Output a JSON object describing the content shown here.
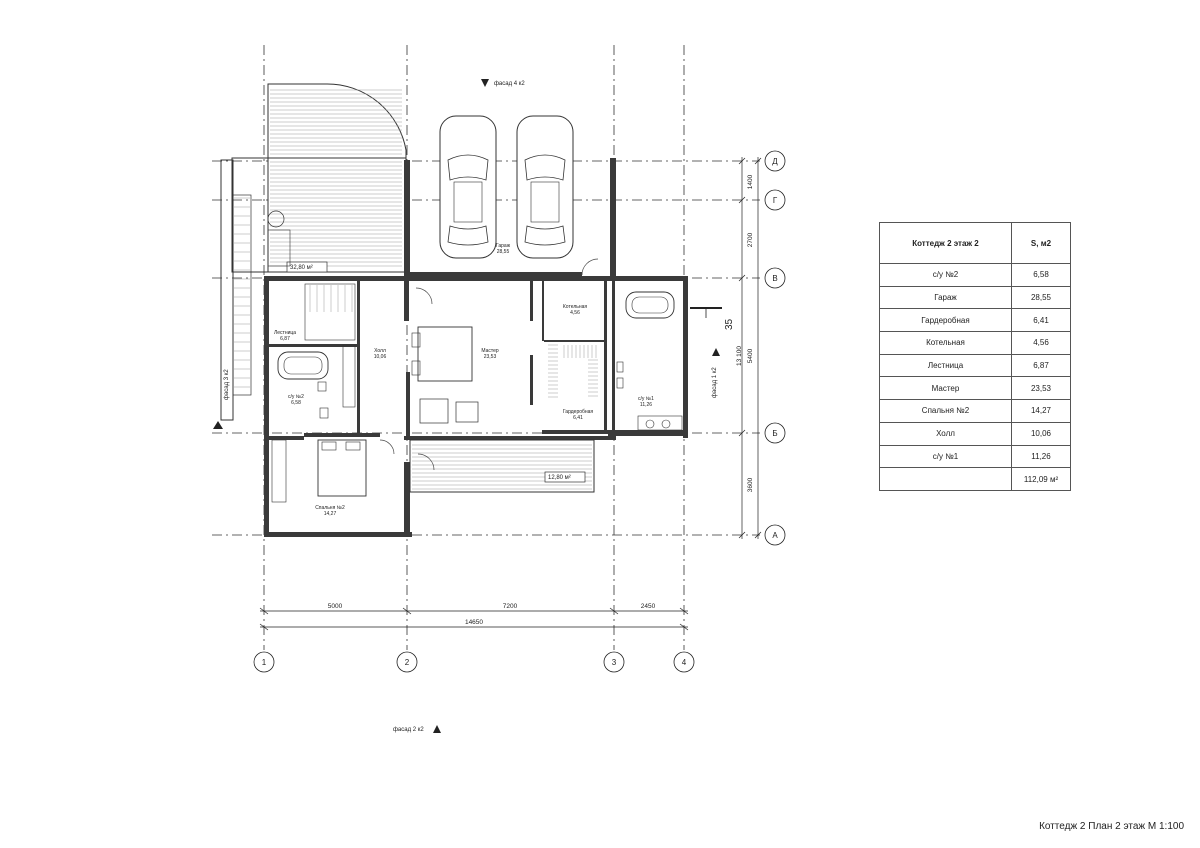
{
  "axes": {
    "vertical": [
      "1",
      "2",
      "3",
      "4"
    ],
    "horizontal": [
      "Д",
      "Г",
      "В",
      "Б",
      "А"
    ]
  },
  "dimensions": {
    "bottom": [
      "5000",
      "7200",
      "2450"
    ],
    "total": "14650",
    "right": [
      "1400",
      "2700",
      "5400",
      "3600"
    ],
    "right_total": "13 100"
  },
  "facades": {
    "top": "фасад 4 к2",
    "bottom": "фасад 2 к2",
    "left": "фасад 3 к2",
    "right": "фасад 1 к2"
  },
  "section_mark": "35",
  "terraces": {
    "upper": "32,80 м²",
    "lower": "12,80 м²"
  },
  "rooms": {
    "garage": {
      "name": "Гараж",
      "area": "28,55"
    },
    "stairs": {
      "name": "Лестница",
      "area": "6,87"
    },
    "hall": {
      "name": "Холл",
      "area": "10,06"
    },
    "master": {
      "name": "Мастер",
      "area": "23,53"
    },
    "boiler": {
      "name": "Котельная",
      "area": "4,56"
    },
    "wardrobe": {
      "name": "Гардеробная",
      "area": "6,41"
    },
    "wc2": {
      "name": "с/у №2",
      "area": "6,58"
    },
    "wc1": {
      "name": "с/у №1",
      "area": "11,26"
    },
    "bedroom2": {
      "name": "Спальня №2",
      "area": "14,27"
    }
  },
  "table": {
    "title": "Коттедж 2 этаж 2",
    "col2": "S, м2",
    "rows": [
      {
        "name": "с/у №2",
        "area": "6,58"
      },
      {
        "name": "Гараж",
        "area": "28,55"
      },
      {
        "name": "Гардеробная",
        "area": "6,41"
      },
      {
        "name": "Котельная",
        "area": "4,56"
      },
      {
        "name": "Лестница",
        "area": "6,87"
      },
      {
        "name": "Мастер",
        "area": "23,53"
      },
      {
        "name": "Спальня №2",
        "area": "14,27"
      },
      {
        "name": "Холл",
        "area": "10,06"
      },
      {
        "name": "с/у №1",
        "area": "11,26"
      }
    ],
    "total": "112,09 м²"
  },
  "caption": "Коттедж 2 План 2 этаж М 1:100"
}
